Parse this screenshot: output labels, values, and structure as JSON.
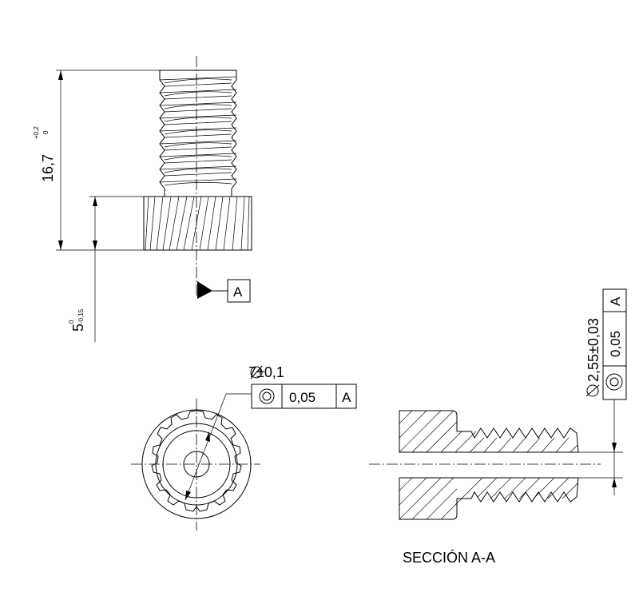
{
  "dimensions": {
    "total_length": "16,7",
    "total_upper_tol": "+0,2",
    "total_lower_tol": "0",
    "head_length": "5",
    "head_upper_tol": "0",
    "head_lower_tol": "-0,15",
    "outer_diameter": "7±0,1",
    "bore_diameter": "2,55±0,03"
  },
  "datum": {
    "label": "A"
  },
  "frame_outer": {
    "tolerance": "0,05",
    "datum": "A"
  },
  "frame_bore": {
    "tolerance": "0,05",
    "datum": "A"
  },
  "symbols": {
    "diameter": "⌀",
    "concentricity": "concentricity-icon",
    "datum_triangle": "datum-triangle-icon"
  },
  "section_label": "SECCIÓN A-A"
}
